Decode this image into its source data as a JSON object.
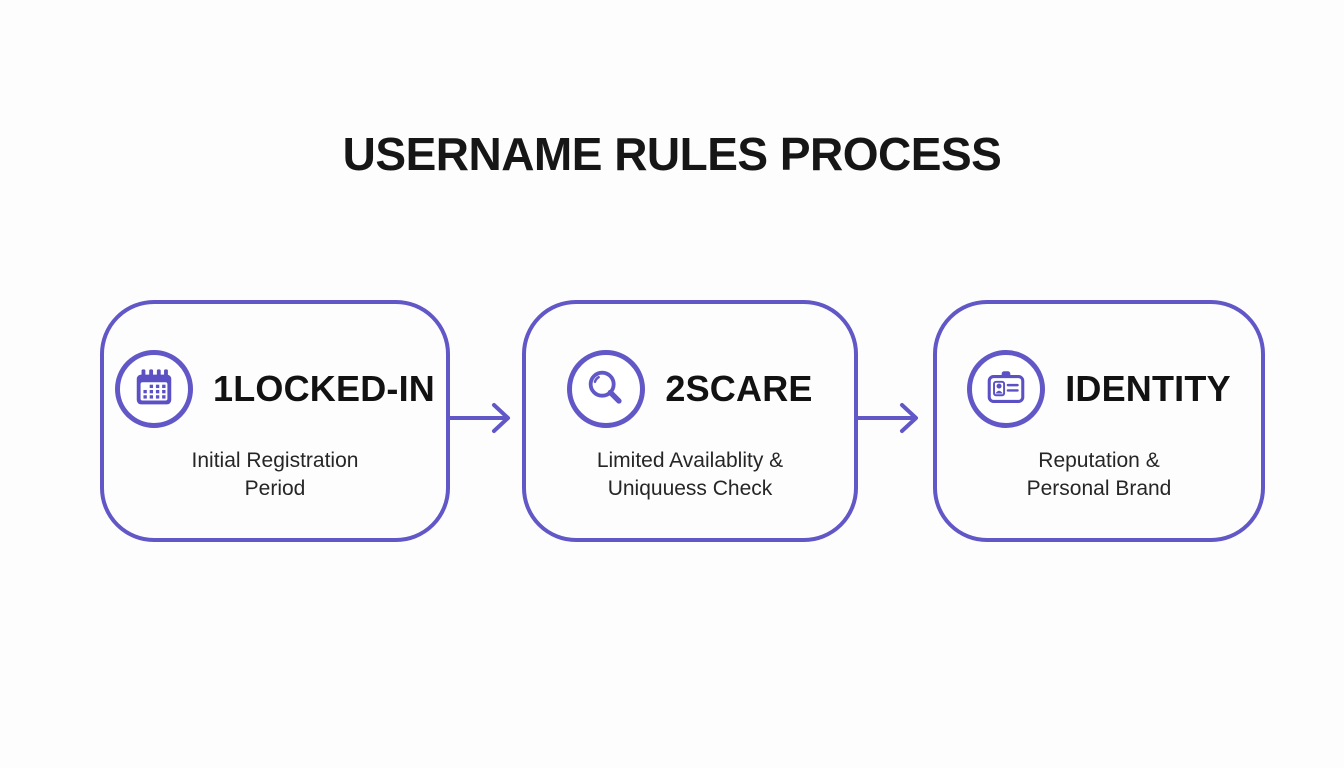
{
  "colors": {
    "background": "#fdfdfd",
    "accent_stroke": "#6157C7",
    "accent_fill": "#5B50C4",
    "title_text": "#161616",
    "heading_text": "#121212",
    "subtitle_text": "#262626"
  },
  "title": "USERNAME RULES PROCESS",
  "steps": [
    {
      "icon": "calendar-icon",
      "heading": "1LOCKED-IN",
      "subtitle": "Initial Registration\nPeriod"
    },
    {
      "icon": "search-icon",
      "heading": "2SCARE",
      "subtitle": "Limited Availablity &\nUniquuess Check"
    },
    {
      "icon": "id-card-icon",
      "heading": "IDENTITY",
      "subtitle": "Reputation &\nPersonal Brand"
    }
  ]
}
